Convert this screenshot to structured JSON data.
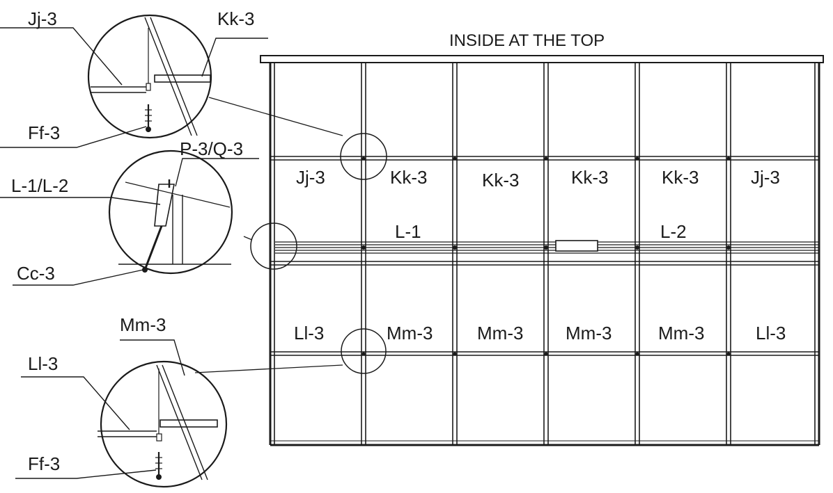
{
  "title": "INSIDE AT THE TOP",
  "callout_labels": {
    "top_left": "Jj-3",
    "top_right": "Kk-3",
    "top_bottom": "Ff-3",
    "mid_top": "P-3/Q-3",
    "mid_left": "L-1/L-2",
    "mid_bottom": "Cc-3",
    "bot_top": "Mm-3",
    "bot_left": "Ll-3",
    "bot_bottom": "Ff-3"
  },
  "row_upper_labels": [
    "Jj-3",
    "Kk-3",
    "Kk-3",
    "Kk-3",
    "Kk-3",
    "Jj-3"
  ],
  "rail_labels": [
    "L-1",
    "L-2"
  ],
  "row_lower_labels": [
    "Ll-3",
    "Mm-3",
    "Mm-3",
    "Mm-3",
    "Mm-3",
    "Ll-3"
  ]
}
